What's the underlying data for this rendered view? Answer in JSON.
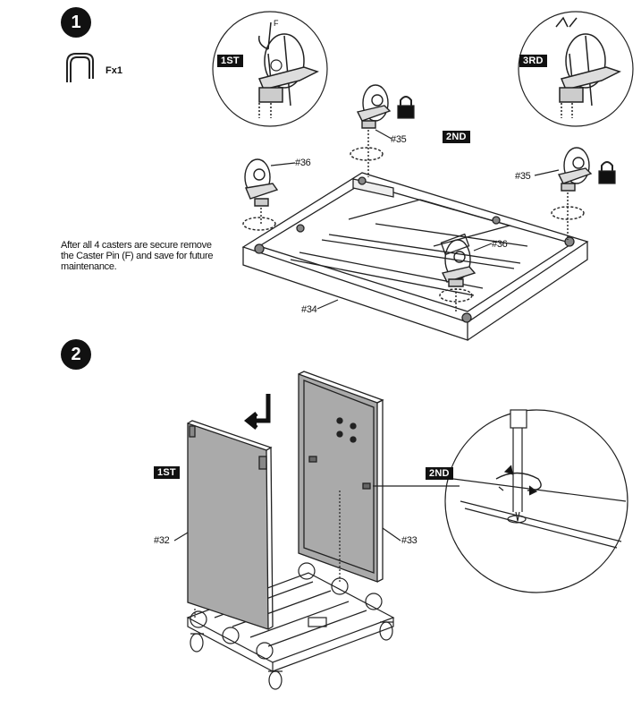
{
  "step1": {
    "number": "1",
    "parts_qty": "Fx1",
    "tags": {
      "first": "1ST",
      "second": "2ND",
      "third": "3RD"
    },
    "pin_label": "F",
    "labels": {
      "caster36_left": "#36",
      "caster35_top": "#35",
      "caster35_right": "#35",
      "caster36_front": "#36",
      "base": "#34"
    },
    "note": "After all 4 casters are secure remove the Caster Pin (F) and save for future maintenance."
  },
  "step2": {
    "number": "2",
    "tags": {
      "first": "1ST",
      "second": "2ND"
    },
    "labels": {
      "left_panel": "#32",
      "right_panel": "#33"
    }
  }
}
